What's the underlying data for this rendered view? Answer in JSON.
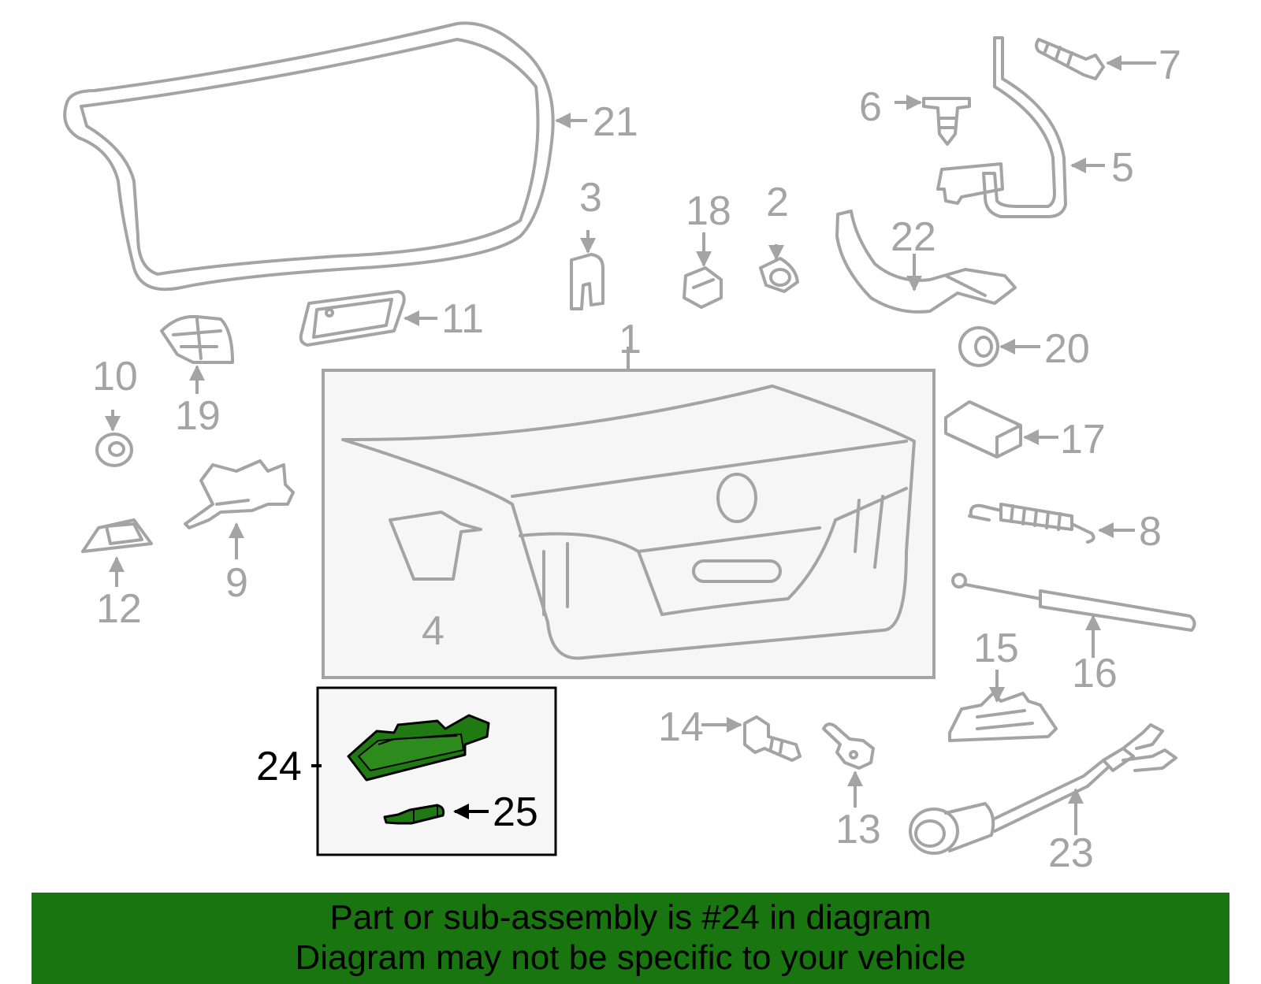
{
  "colors": {
    "line_gray": "#a4a4a4",
    "highlight_green": "#1f7a12",
    "banner_green": "#18750f",
    "box_fill": "#f6f6f6"
  },
  "callouts": [
    "1",
    "2",
    "3",
    "4",
    "5",
    "6",
    "7",
    "8",
    "9",
    "10",
    "11",
    "12",
    "13",
    "14",
    "15",
    "16",
    "17",
    "18",
    "19",
    "20",
    "21",
    "22",
    "23",
    "24",
    "25"
  ],
  "highlighted_part": "24",
  "banner": {
    "line1": "Part or sub-assembly is #24 in diagram",
    "line2": "Diagram may not be specific to your vehicle"
  }
}
